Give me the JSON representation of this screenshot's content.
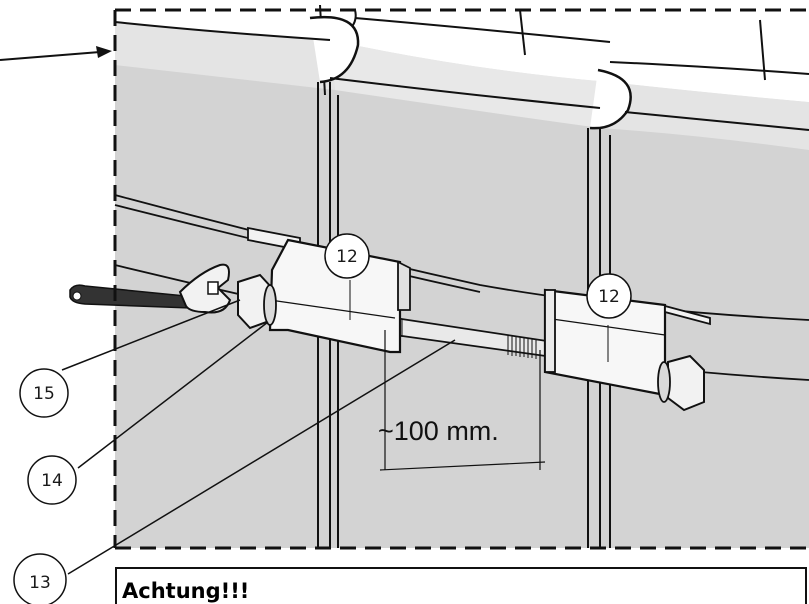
{
  "callouts": {
    "bracket_left": "12",
    "bracket_right": "12",
    "rod": "13",
    "washer": "14",
    "nut": "15"
  },
  "dimension": {
    "text": "~100 mm."
  },
  "warning": {
    "title": "Achtung!!!"
  },
  "colors": {
    "panel": "#d4d4d4",
    "panel_light": "#e6e6e6",
    "line": "#111111",
    "background": "#ffffff"
  }
}
